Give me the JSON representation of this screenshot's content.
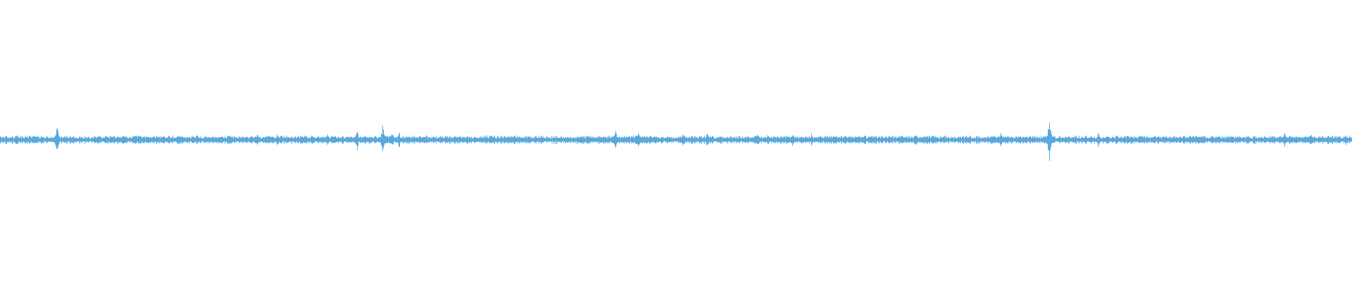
{
  "waveform": {
    "color": "#5aa9dc",
    "background": "#ffffff",
    "baseline_amplitude": 0.012,
    "noise_amplitude": 0.02,
    "peaks": [
      {
        "position": 0.012,
        "amplitude": 0.05
      },
      {
        "position": 0.042,
        "amplitude": 0.14
      },
      {
        "position": 0.078,
        "amplitude": 0.04
      },
      {
        "position": 0.19,
        "amplitude": 0.05
      },
      {
        "position": 0.205,
        "amplitude": 0.06
      },
      {
        "position": 0.242,
        "amplitude": 0.06
      },
      {
        "position": 0.264,
        "amplitude": 0.09
      },
      {
        "position": 0.283,
        "amplitude": 0.14
      },
      {
        "position": 0.29,
        "amplitude": 0.08
      },
      {
        "position": 0.295,
        "amplitude": 0.08
      },
      {
        "position": 0.355,
        "amplitude": 0.04
      },
      {
        "position": 0.4,
        "amplitude": 0.04
      },
      {
        "position": 0.455,
        "amplitude": 0.12
      },
      {
        "position": 0.472,
        "amplitude": 0.08
      },
      {
        "position": 0.505,
        "amplitude": 0.07
      },
      {
        "position": 0.523,
        "amplitude": 0.07
      },
      {
        "position": 0.56,
        "amplitude": 0.05
      },
      {
        "position": 0.568,
        "amplitude": 0.06
      },
      {
        "position": 0.586,
        "amplitude": 0.06
      },
      {
        "position": 0.6,
        "amplitude": 0.05
      },
      {
        "position": 0.677,
        "amplitude": 0.06
      },
      {
        "position": 0.74,
        "amplitude": 0.07
      },
      {
        "position": 0.776,
        "amplitude": 0.19
      },
      {
        "position": 0.812,
        "amplitude": 0.07
      },
      {
        "position": 0.88,
        "amplitude": 0.05
      },
      {
        "position": 0.95,
        "amplitude": 0.06
      },
      {
        "position": 0.97,
        "amplitude": 0.06
      },
      {
        "position": 0.995,
        "amplitude": 0.05
      }
    ]
  }
}
